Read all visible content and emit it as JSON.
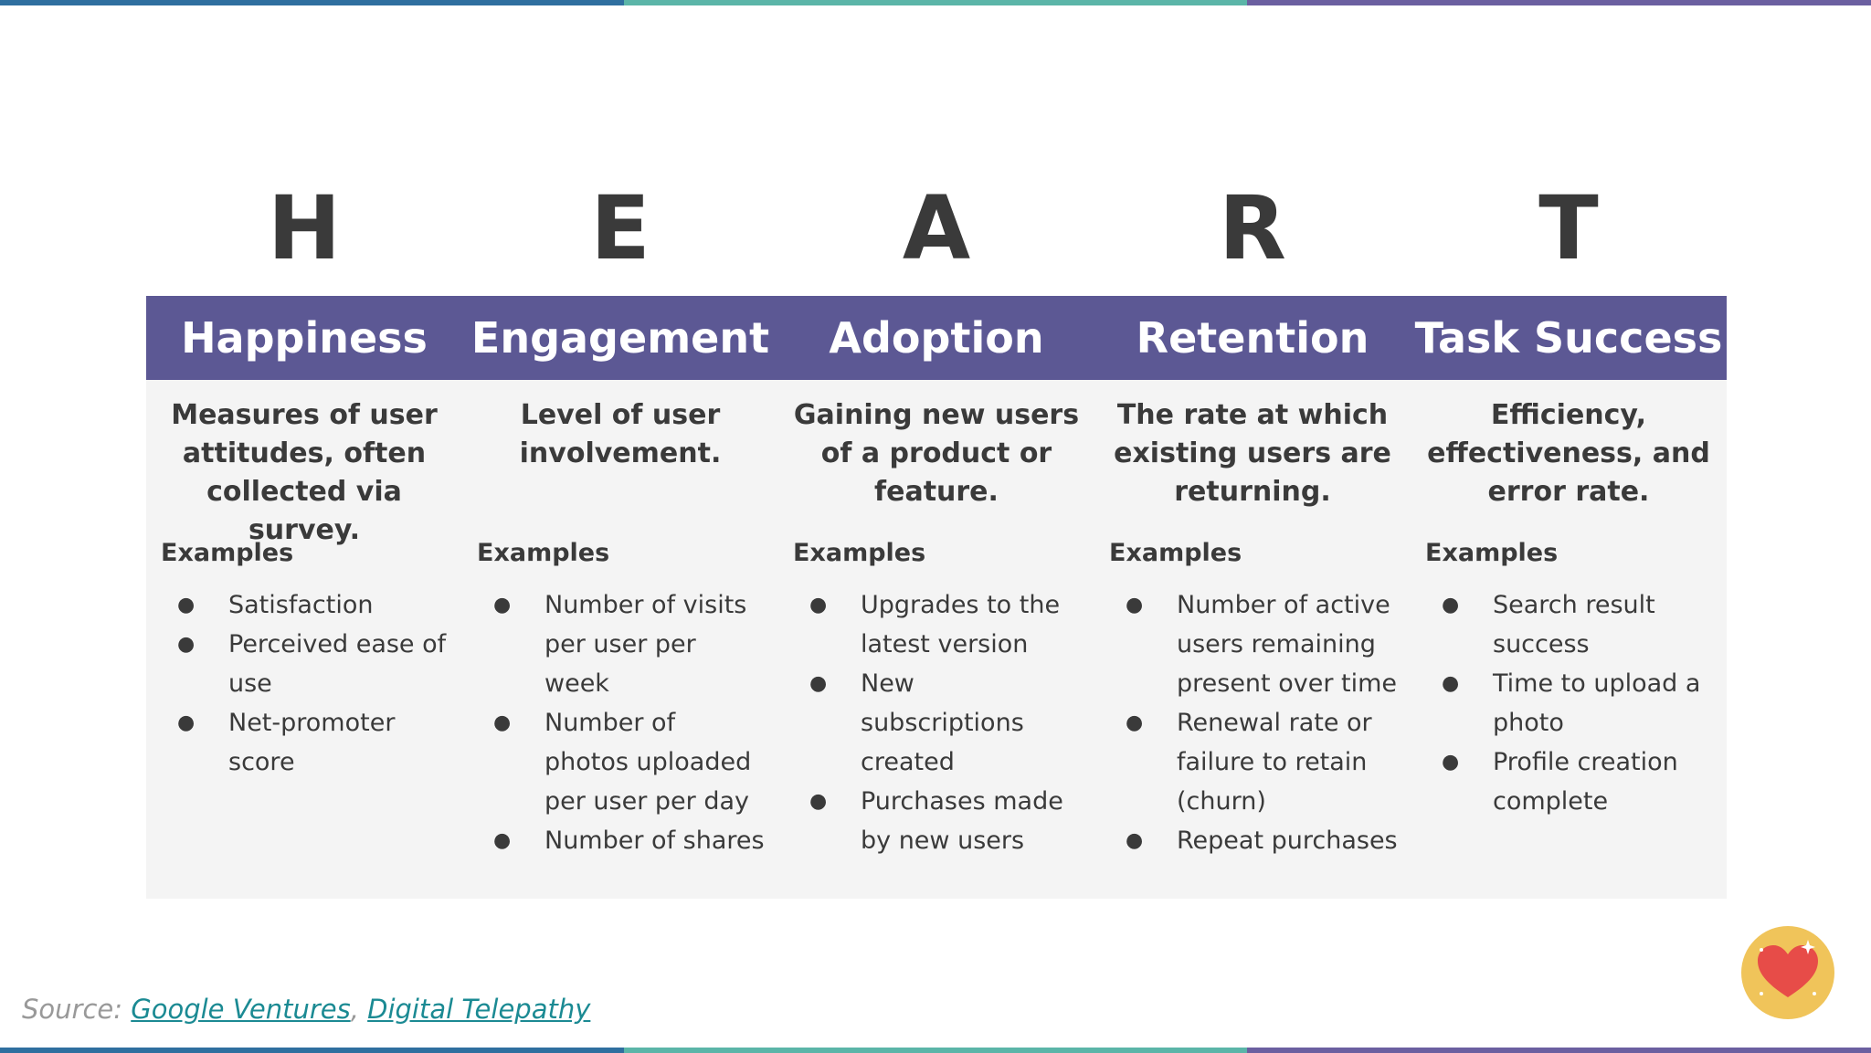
{
  "colors": {
    "stripe": [
      "#2f6f9f",
      "#5bb5a8",
      "#6b5fa0"
    ],
    "header_bar": "#5c5894",
    "badge_bg": "#f0c45a",
    "heart": "#e74c48"
  },
  "letters": [
    "H",
    "E",
    "A",
    "R",
    "T"
  ],
  "columns": [
    {
      "title": "Happiness",
      "description": "Measures of user attitudes, often collected via survey.",
      "examples_label": "Examples",
      "examples": [
        "Satisfaction",
        "Perceived ease of use",
        "Net-promoter score"
      ]
    },
    {
      "title": "Engagement",
      "description": "Level of user involvement.",
      "examples_label": "Examples",
      "examples": [
        "Number of visits per user per week",
        "Number of photos uploaded per user per day",
        "Number of shares"
      ]
    },
    {
      "title": "Adoption",
      "description": "Gaining new users of a product or feature.",
      "examples_label": "Examples",
      "examples": [
        "Upgrades to the latest version",
        "New subscriptions created",
        "Purchases made by new users"
      ]
    },
    {
      "title": "Retention",
      "description": "The rate at which existing users are returning.",
      "examples_label": "Examples",
      "examples": [
        "Number of active users remaining present over time",
        "Renewal rate or failure to retain (churn)",
        "Repeat purchases"
      ]
    },
    {
      "title": "Task Success",
      "description": "Efficiency, effectiveness, and error rate.",
      "examples_label": "Examples",
      "examples": [
        "Search result success",
        "Time to upload a photo",
        "Profile creation complete"
      ]
    }
  ],
  "source": {
    "prefix": "Source: ",
    "link1": "Google Ventures",
    "separator": ", ",
    "link2": "Digital Telepathy"
  },
  "badge_icon": "heart-icon"
}
